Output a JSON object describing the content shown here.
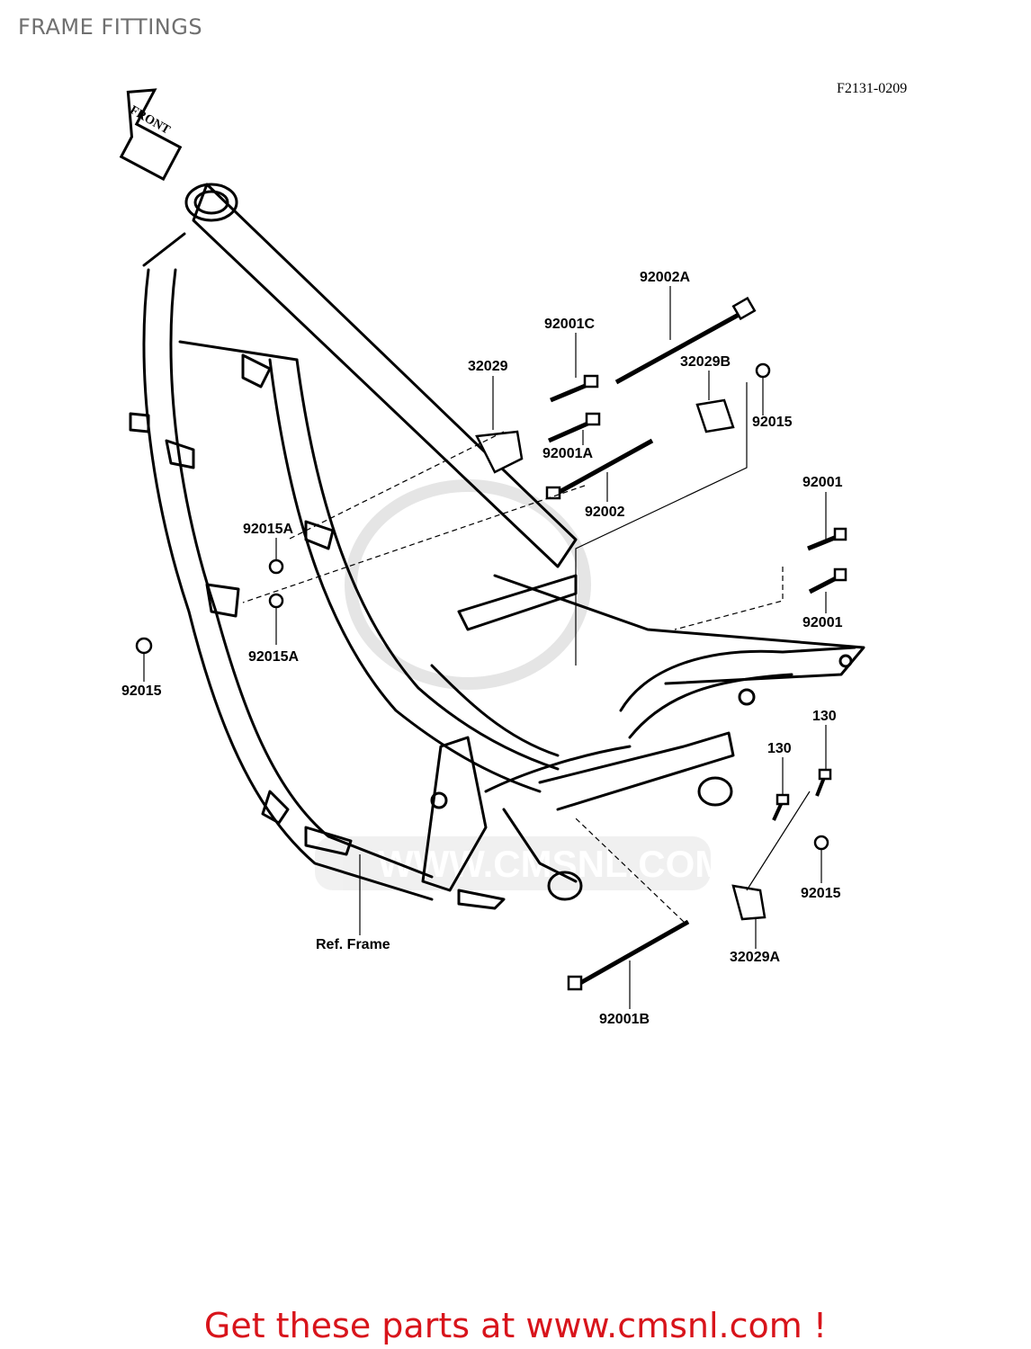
{
  "page": {
    "title": "FRAME FITTINGS"
  },
  "diagram": {
    "code": "F2131-0209",
    "front_label": "FRONT",
    "callouts": {
      "c92002A": "92002A",
      "c92001C": "92001C",
      "c32029": "32029",
      "c32029B": "32029B",
      "c92015_top": "92015",
      "c92001A": "92001A",
      "c92002": "92002",
      "c92001_a": "92001",
      "c92001_b": "92001",
      "c92015A_top": "92015A",
      "c92015A_bottom": "92015A",
      "c92015_left": "92015",
      "c130_a": "130",
      "c130_b": "130",
      "c92015_right": "92015",
      "c32029A": "32029A",
      "ref_frame": "Ref. Frame",
      "c92001B": "92001B"
    },
    "watermark": "WWW.CMSNL.COM"
  },
  "footer": {
    "cta": "Get these parts at www.cmsnl.com !",
    "cta_color": "#d8141b"
  }
}
